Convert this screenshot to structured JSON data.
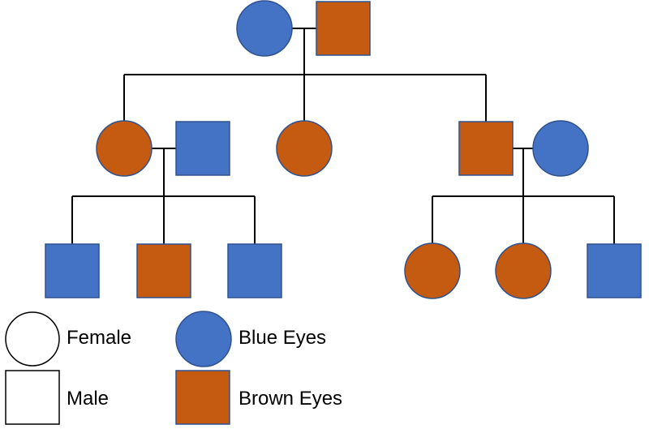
{
  "colors": {
    "blue_eyes": "#4472C4",
    "brown_eyes": "#C55A11",
    "line": "#000000",
    "legend_outline": "#000000"
  },
  "legend": {
    "female": "Female",
    "male": "Male",
    "blue_eyes": "Blue Eyes",
    "brown_eyes": "Brown Eyes"
  },
  "pedigree": {
    "generation_1": [
      {
        "sex": "female",
        "eyes": "blue"
      },
      {
        "sex": "male",
        "eyes": "brown"
      }
    ],
    "generation_2": [
      {
        "sex": "female",
        "eyes": "brown"
      },
      {
        "sex": "male",
        "eyes": "blue"
      },
      {
        "sex": "female",
        "eyes": "brown"
      },
      {
        "sex": "male",
        "eyes": "brown"
      },
      {
        "sex": "female",
        "eyes": "blue"
      }
    ],
    "generation_3": [
      {
        "sex": "male",
        "eyes": "blue"
      },
      {
        "sex": "male",
        "eyes": "brown"
      },
      {
        "sex": "male",
        "eyes": "blue"
      },
      {
        "sex": "female",
        "eyes": "brown"
      },
      {
        "sex": "female",
        "eyes": "brown"
      },
      {
        "sex": "male",
        "eyes": "blue"
      }
    ]
  }
}
